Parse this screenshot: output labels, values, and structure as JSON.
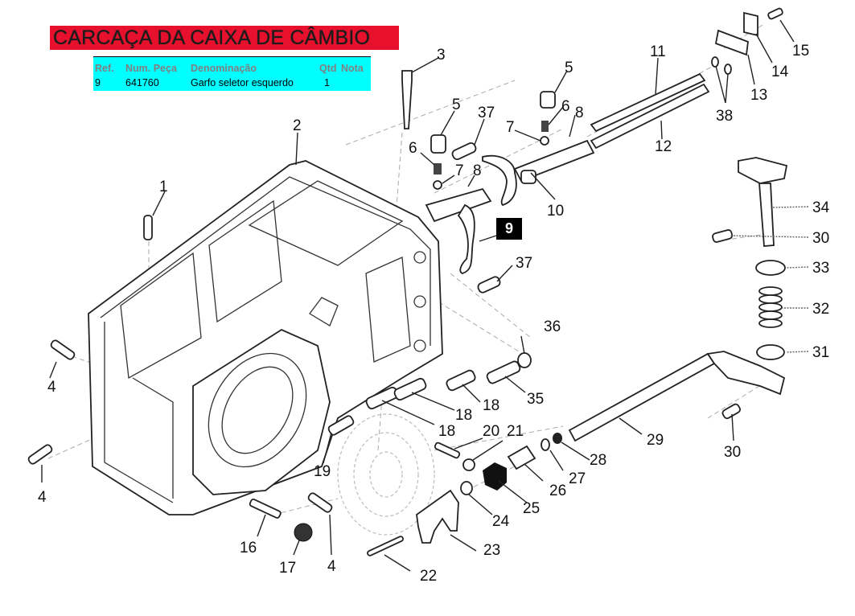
{
  "page": {
    "title": "CARCAÇA DA CAIXA DE CÂMBIO",
    "title_bg_color": "#e8112d",
    "table_bg_color": "#00ffff"
  },
  "parts_table": {
    "headers": {
      "ref": "Ref.",
      "num_peca": "Num. Peça",
      "denominacao": "Denominação",
      "qtd": "Qtd",
      "nota": "Nota"
    },
    "rows": [
      {
        "ref": "9",
        "num_peca": "641760",
        "denominacao": "Garfo seletor esquerdo",
        "qtd": "1",
        "nota": ""
      }
    ]
  },
  "diagram": {
    "selected_ref": "9",
    "callouts": {
      "c1": "1",
      "c2": "2",
      "c3": "3",
      "c4a": "4",
      "c4b": "4",
      "c4c": "4",
      "c5a": "5",
      "c5b": "5",
      "c6a": "6",
      "c6b": "6",
      "c7a": "7",
      "c7b": "7",
      "c8a": "8",
      "c8b": "8",
      "c9": "9",
      "c10": "10",
      "c11": "11",
      "c12": "12",
      "c13": "13",
      "c14": "14",
      "c15": "15",
      "c16": "16",
      "c17": "17",
      "c18a": "18",
      "c18b": "18",
      "c18c": "18",
      "c19": "19",
      "c20": "20",
      "c21": "21",
      "c22": "22",
      "c23": "23",
      "c24": "24",
      "c25": "25",
      "c26": "26",
      "c27": "27",
      "c28": "28",
      "c29": "29",
      "c30a": "30",
      "c30b": "30",
      "c31": "31",
      "c32": "32",
      "c33": "33",
      "c34": "34",
      "c35": "35",
      "c36": "36",
      "c37a": "37",
      "c37b": "37",
      "c38": "38"
    }
  }
}
